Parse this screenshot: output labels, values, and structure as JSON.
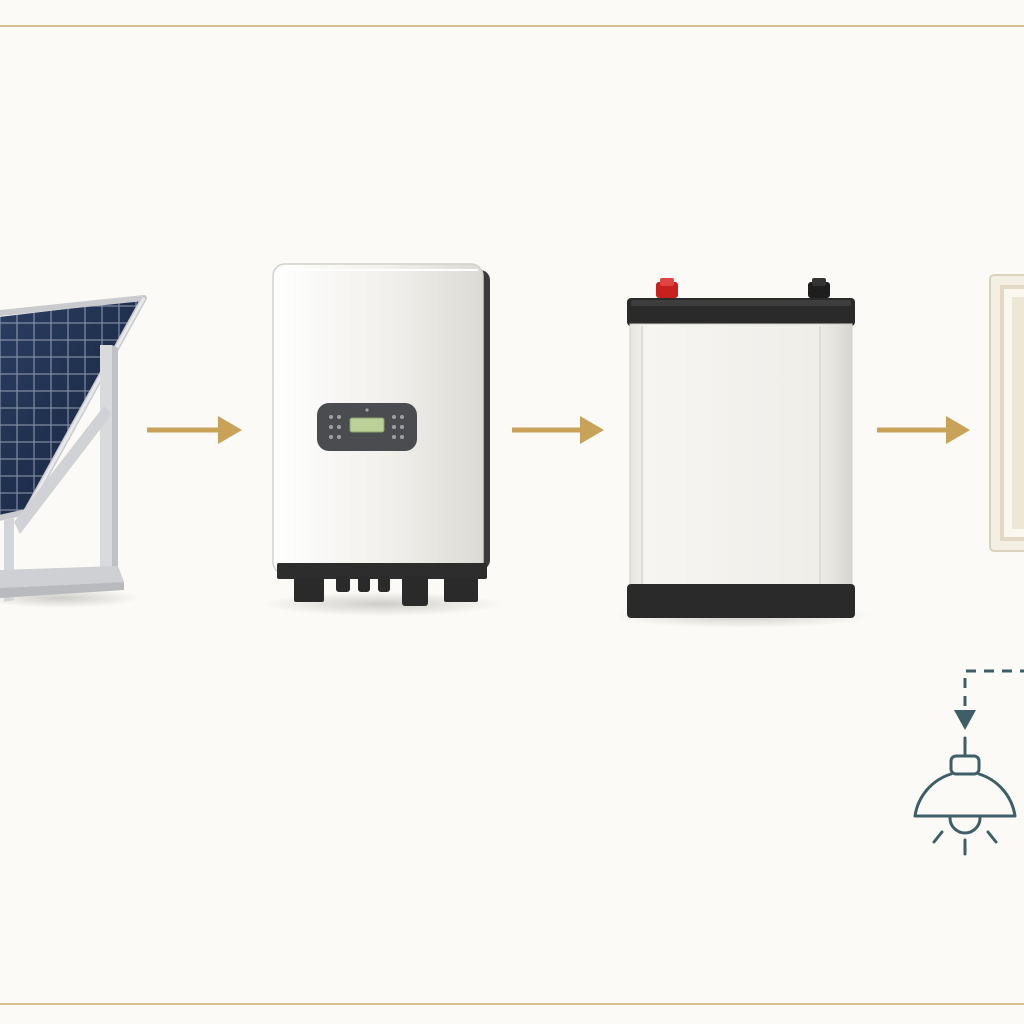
{
  "diagram": {
    "kind": "flow",
    "direction": "left-to-right",
    "nodes": [
      {
        "id": "solar-panel",
        "icon": "solar-panel-icon"
      },
      {
        "id": "inverter",
        "icon": "inverter-icon"
      },
      {
        "id": "battery",
        "icon": "battery-icon"
      },
      {
        "id": "electrical-panel",
        "icon": "electrical-panel-icon"
      },
      {
        "id": "lamp",
        "icon": "lamp-icon"
      }
    ],
    "edges": [
      {
        "from": "solar-panel",
        "to": "inverter",
        "style": "solid"
      },
      {
        "from": "inverter",
        "to": "battery",
        "style": "solid"
      },
      {
        "from": "battery",
        "to": "electrical-panel",
        "style": "solid"
      },
      {
        "from": "electrical-panel",
        "to": "lamp",
        "style": "dashed"
      }
    ]
  },
  "colors": {
    "background": "#fbfaf6",
    "frame_line": "#d6c18e",
    "arrow": "#c9a25a",
    "lamp_line": "#3f5f68",
    "device_body": "#f1f0ec",
    "device_dark": "#2b2b2b",
    "panel_cells": "#1f2f4d",
    "lcd": "#bcd19a",
    "terminal_positive": "#c8201e"
  }
}
